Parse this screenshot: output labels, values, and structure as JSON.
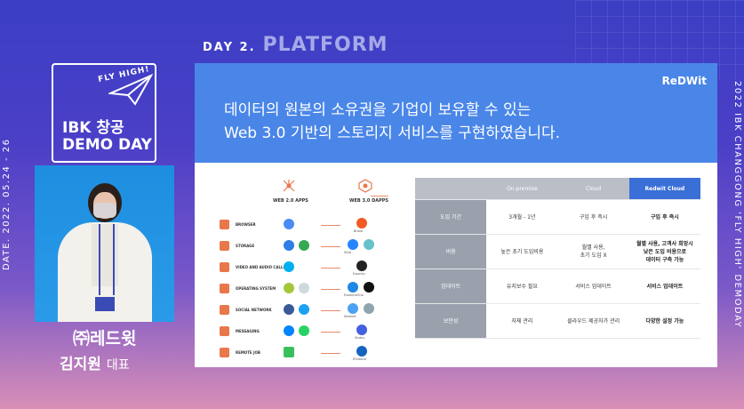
{
  "event": {
    "day_label": "DAY 2.",
    "track_label": "PLATFORM",
    "logo_tagline": "FLY HIGH!",
    "logo_line1": "IBK 창공",
    "logo_line2": "DEMO DAY",
    "date_vertical": "DATE. 2022. 05.24 - 26",
    "side_vertical": "2022 IBK CHANGGONG 'FLY HIGH' DEMODAY"
  },
  "speaker": {
    "company": "㈜레드윗",
    "name": "김지원",
    "title": "대표"
  },
  "slide": {
    "brand": "ReDWit",
    "headline_1": "데이터의 원본의 소유권을 기업이 보유할 수 있는",
    "headline_2": "Web 3.0 기반의 스토리지 서비스를 구현하였습니다.",
    "diagram": {
      "web2_label": "WEB 2.0 APPS",
      "web3_label": "WEB 3.0 DAPPS",
      "rows": [
        {
          "label": "BROWSER",
          "dapp": "Brave"
        },
        {
          "label": "STORAGE",
          "dapp": "Storj"
        },
        {
          "label": "VIDEO AND AUDIO CALLS",
          "dapp": "Experty"
        },
        {
          "label": "OPERATING SYSTEM",
          "dapp": "EssentiaOne"
        },
        {
          "label": "SOCIAL NETWORK",
          "dapp": "Steemit"
        },
        {
          "label": "MESSAGING",
          "dapp": "Status"
        },
        {
          "label": "REMOTE JOB",
          "dapp": "Ethlance"
        }
      ]
    },
    "table": {
      "columns": [
        "On-premise",
        "Cloud",
        "Redwit Cloud"
      ],
      "rows": [
        {
          "header": "도입 기간",
          "cells": [
            "3개월 - 1년",
            "구입 후 즉시",
            "구입 후 즉시"
          ]
        },
        {
          "header": "비용",
          "cells": [
            "높은 초기 도입비용",
            "월별 사용,\n초기 도입 X",
            "월별 사용, 고객사 희망시\n낮은 도입 비용으로\n데이터 구축 가능"
          ]
        },
        {
          "header": "업데이트",
          "cells": [
            "유지보수 필요",
            "서비스 업데이트",
            "서비스 업데이트"
          ]
        },
        {
          "header": "보안성",
          "cells": [
            "자체 관리",
            "클라우드 제공자가 관리",
            "다양한 설정 가능"
          ]
        }
      ]
    }
  },
  "colors": {
    "bg_top": "#3a3fc4",
    "bg_bottom": "#d98fb7",
    "slide_header": "#4a86e8",
    "accent_column": "#3a6fd8",
    "diagram_accent": "#e9774c"
  }
}
